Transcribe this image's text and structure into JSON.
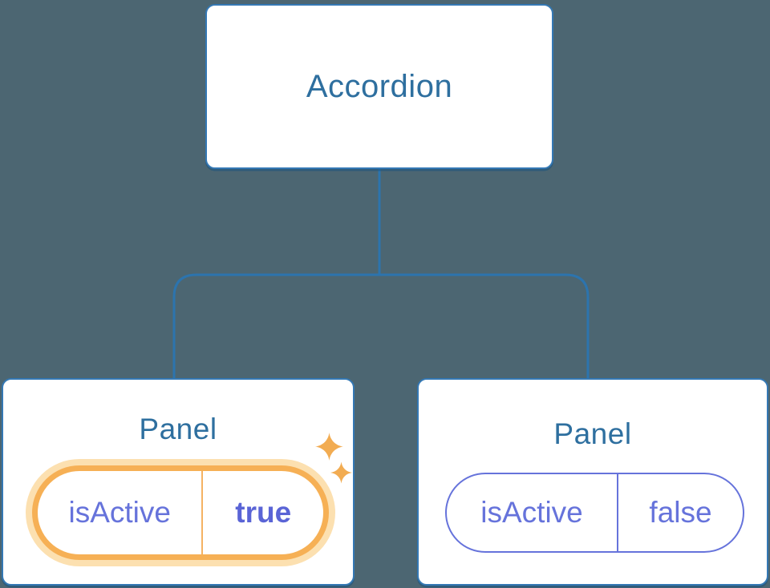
{
  "diagram": {
    "description": "Component tree showing an Accordion parent with two Panel children holding isActive state",
    "root": {
      "label": "Accordion"
    },
    "panels": [
      {
        "title": "Panel",
        "highlighted": true,
        "prop": {
          "name": "isActive",
          "value": "true"
        }
      },
      {
        "title": "Panel",
        "highlighted": false,
        "prop": {
          "name": "isActive",
          "value": "false"
        }
      }
    ],
    "colors": {
      "background": "#4C6672",
      "connector_line": "#2C74AE",
      "node_border": "#3478B4",
      "node_fill": "#FFFFFF",
      "title_text": "#2E6F9F",
      "state_text_purple": "#6673DB",
      "state_value_bold_purple": "#5A64D6",
      "highlight_ring_orange": "#F6B055",
      "highlight_halo_orange": "#FCE0B0",
      "sparkle_orange": "#F2AC52"
    }
  }
}
